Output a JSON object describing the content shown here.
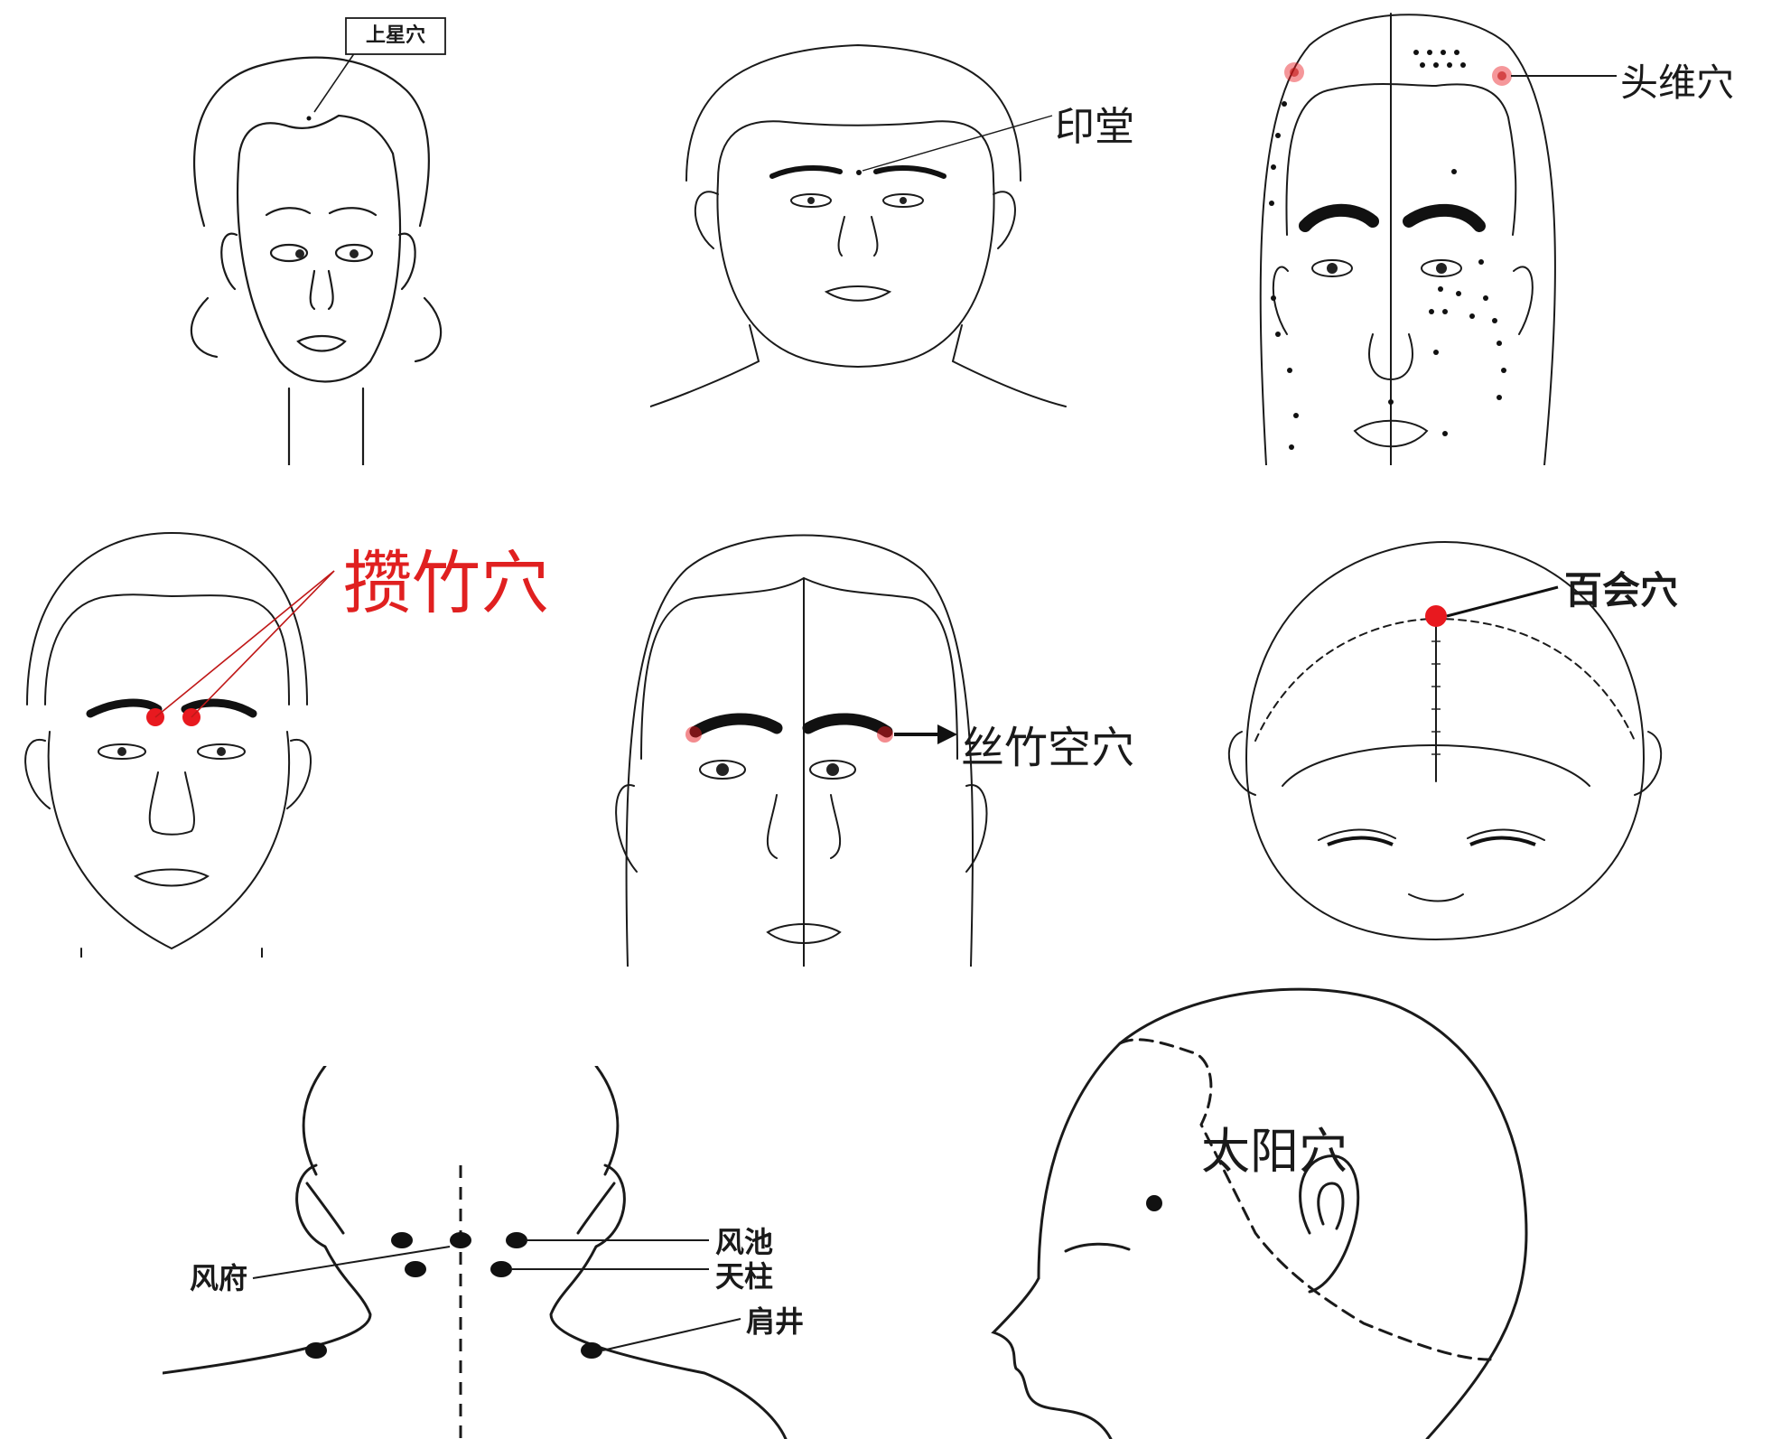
{
  "panels": {
    "shangxing": {
      "label": "上星穴"
    },
    "yintang": {
      "label": "印堂"
    },
    "touwei": {
      "label": "头维穴"
    },
    "cuanzhu": {
      "label": "攒竹穴"
    },
    "sizhukong": {
      "label": "丝竹空穴"
    },
    "baihui": {
      "label": "百会穴"
    },
    "neck": {
      "labels": {
        "fengchi": "风池",
        "fengfu": "风府",
        "tianzhu": "天柱",
        "jianjing": "肩井"
      }
    },
    "taiyang": {
      "label": "太阳穴"
    }
  },
  "colors": {
    "point_red": "#e8191f",
    "point_dark": "#111111",
    "label_red": "#e02020",
    "ink": "#1a1a1a"
  }
}
